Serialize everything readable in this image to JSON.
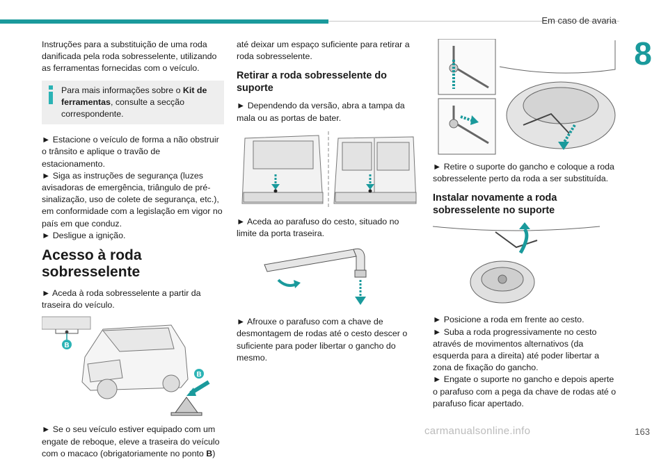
{
  "header": {
    "section_title": "Em caso de avaria",
    "chapter_number": "8"
  },
  "col1": {
    "intro": "Instruções para a substituição de uma roda danificada pela roda sobresselente, utilizando as ferramentas fornecidas com o veículo.",
    "info_pre": "Para mais informações sobre o ",
    "info_bold": "Kit de ferramentas",
    "info_post": ", consulte a secção correspondente.",
    "steps": [
      "► Estacione o veículo de forma a não obstruir o trânsito e aplique o travão de estacionamento.",
      "► Siga as instruções de segurança (luzes avisadoras de emergência, triângulo de pré-sinalização, uso de colete de segurança, etc.), em conformidade com a legislação em vigor no país em que conduz.",
      "► Desligue a ignição."
    ],
    "heading_line1": "Acesso à roda",
    "heading_line2": "sobresselente",
    "access_step": "► Aceda à roda sobresselente a partir da traseira do veículo.",
    "fig_label": "B",
    "tow_pre": "► Se o seu veículo estiver equipado com um engate de reboque, eleve a traseira do veículo com o macaco (obrigatoriamente no ponto ",
    "tow_bold": "B",
    "tow_post": ")"
  },
  "col2": {
    "cont": "até deixar um espaço suficiente para retirar a roda sobresselente.",
    "heading_remove": "Retirar a roda sobresselente do suporte",
    "step_open": "► Dependendo da versão, abra a tampa da mala ou as portas de bater.",
    "step_bolt": "► Aceda ao parafuso do cesto, situado no limite da porta traseira.",
    "step_loosen": "► Afrouxe o parafuso com a chave de desmontagem de rodas até o cesto descer o suficiente para poder libertar o gancho do mesmo."
  },
  "col3": {
    "step_remove": "► Retire o suporte do gancho e coloque a roda sobresselente perto da roda a ser substituída.",
    "heading_install": "Instalar novamente a roda sobresselente no suporte",
    "steps_install": [
      "► Posicione a roda em frente ao cesto.",
      "► Suba a roda progressivamente no cesto através de movimentos alternativos (da esquerda para a direita) até poder libertar a zona de fixação do gancho.",
      "► Engate o suporte no gancho e depois aperte o parafuso com a pega da chave de rodas até o parafuso ficar apertado."
    ]
  },
  "footer": {
    "page_number": "163",
    "watermark": "carmanualsonline.info"
  },
  "colors": {
    "accent": "#1a9a9c",
    "info_icon": "#2bb3b5",
    "infobox_bg": "#eeeeee"
  }
}
